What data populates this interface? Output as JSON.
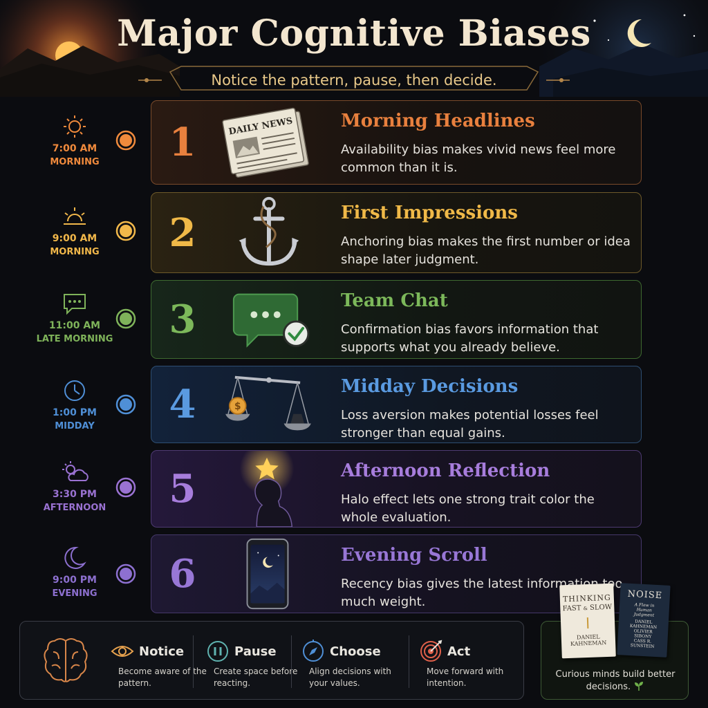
{
  "header": {
    "title": "Major Cognitive Biases",
    "subtitle": "Notice the pattern, pause, then decide."
  },
  "timeline": [
    {
      "time": "7:00 AM",
      "period": "MORNING",
      "icon": "sun-icon",
      "color": "#f08a3c"
    },
    {
      "time": "9:00 AM",
      "period": "MORNING",
      "icon": "sunrise-icon",
      "color": "#f2b84a"
    },
    {
      "time": "11:00 AM",
      "period": "LATE MORNING",
      "icon": "chat-bubble-icon",
      "color": "#7fb35a"
    },
    {
      "time": "1:00 PM",
      "period": "MIDDAY",
      "icon": "clock-icon",
      "color": "#4f8fd6"
    },
    {
      "time": "3:30 PM",
      "period": "AFTERNOON",
      "icon": "partly-cloudy-icon",
      "color": "#9a72d2"
    },
    {
      "time": "9:00 PM",
      "period": "EVENING",
      "icon": "moon-icon",
      "color": "#8d70d0"
    }
  ],
  "cards": [
    {
      "number": "1",
      "title": "Morning Headlines",
      "description": "Availability bias makes vivid news feel more common than it is.",
      "art": "newspaper-icon",
      "art_text": "DAILY NEWS",
      "color": "#e8803e"
    },
    {
      "number": "2",
      "title": "First Impressions",
      "description": "Anchoring bias makes the first number or idea shape later judgment.",
      "art": "anchor-icon",
      "color": "#f0b948"
    },
    {
      "number": "3",
      "title": "Team Chat",
      "description": "Confirmation bias favors information that supports what you already believe.",
      "art": "chat-check-icon",
      "color": "#7cb85a"
    },
    {
      "number": "4",
      "title": "Midday Decisions",
      "description": "Loss aversion makes potential losses feel stronger than equal gains.",
      "art": "balance-scale-icon",
      "color": "#5a9ae0"
    },
    {
      "number": "5",
      "title": "Afternoon Reflection",
      "description": "Halo effect lets one strong trait color the whole evaluation.",
      "art": "head-star-icon",
      "color": "#a77ddc"
    },
    {
      "number": "6",
      "title": "Evening Scroll",
      "description": "Recency bias gives the latest information too much weight.",
      "art": "phone-icon",
      "color": "#9877d6"
    }
  ],
  "steps": [
    {
      "name": "Notice",
      "description": "Become aware of the pattern.",
      "icon": "eye-icon"
    },
    {
      "name": "Pause",
      "description": "Create space before reacting.",
      "icon": "pause-icon"
    },
    {
      "name": "Choose",
      "description": "Align decisions with your values.",
      "icon": "compass-icon"
    },
    {
      "name": "Act",
      "description": "Move forward with intention.",
      "icon": "target-icon"
    }
  ],
  "books": {
    "caption": "Curious minds build better decisions.",
    "book1": {
      "line1": "THINKING",
      "line2": "FAST",
      "line3": "SLOW",
      "author1": "DANIEL",
      "author2": "KAHNEMAN"
    },
    "book2": {
      "line1": "NOISE",
      "line2": "A Flaw in",
      "line3": "Human",
      "line4": "Judgment",
      "author1": "DANIEL",
      "author2": "KAHNEMAN",
      "author3": "OLIVIER",
      "author4": "SIBONY",
      "author5": "CASS R.",
      "author6": "SUNSTEIN"
    }
  },
  "colors": {
    "background": "#0b0c10",
    "title": "#f3e6cf",
    "subtitle": "#e9c98a"
  }
}
